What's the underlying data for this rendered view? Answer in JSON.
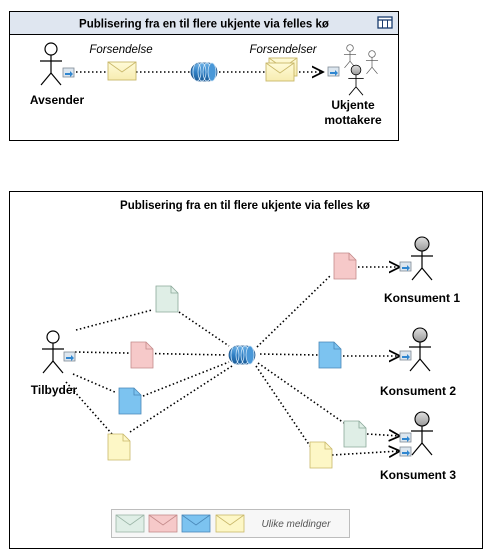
{
  "diagram_top": {
    "title": "Publisering fra en til flere ukjente via felles kø",
    "sender_label": "Avsender",
    "message_label_left": "Forsendelse",
    "message_label_right": "Forsendelser",
    "receiver_label_line1": "Ukjente",
    "receiver_label_line2": "mottakere"
  },
  "diagram_bottom": {
    "title": "Publisering fra en til flere ukjente via felles kø",
    "provider_label": "Tilbyder",
    "consumers": [
      {
        "label": "Konsument 1"
      },
      {
        "label": "Konsument 2"
      },
      {
        "label": "Konsument 3"
      }
    ],
    "legend_label": "Ulike meldinger"
  },
  "colors": {
    "message_green": "#dfeee6",
    "message_pink": "#f6c9c9",
    "message_blue": "#7cc3f0",
    "message_yellow": "#fdf7c6",
    "queue_blue": "#2f7fc4",
    "title_bar": "#dfe6f0"
  }
}
